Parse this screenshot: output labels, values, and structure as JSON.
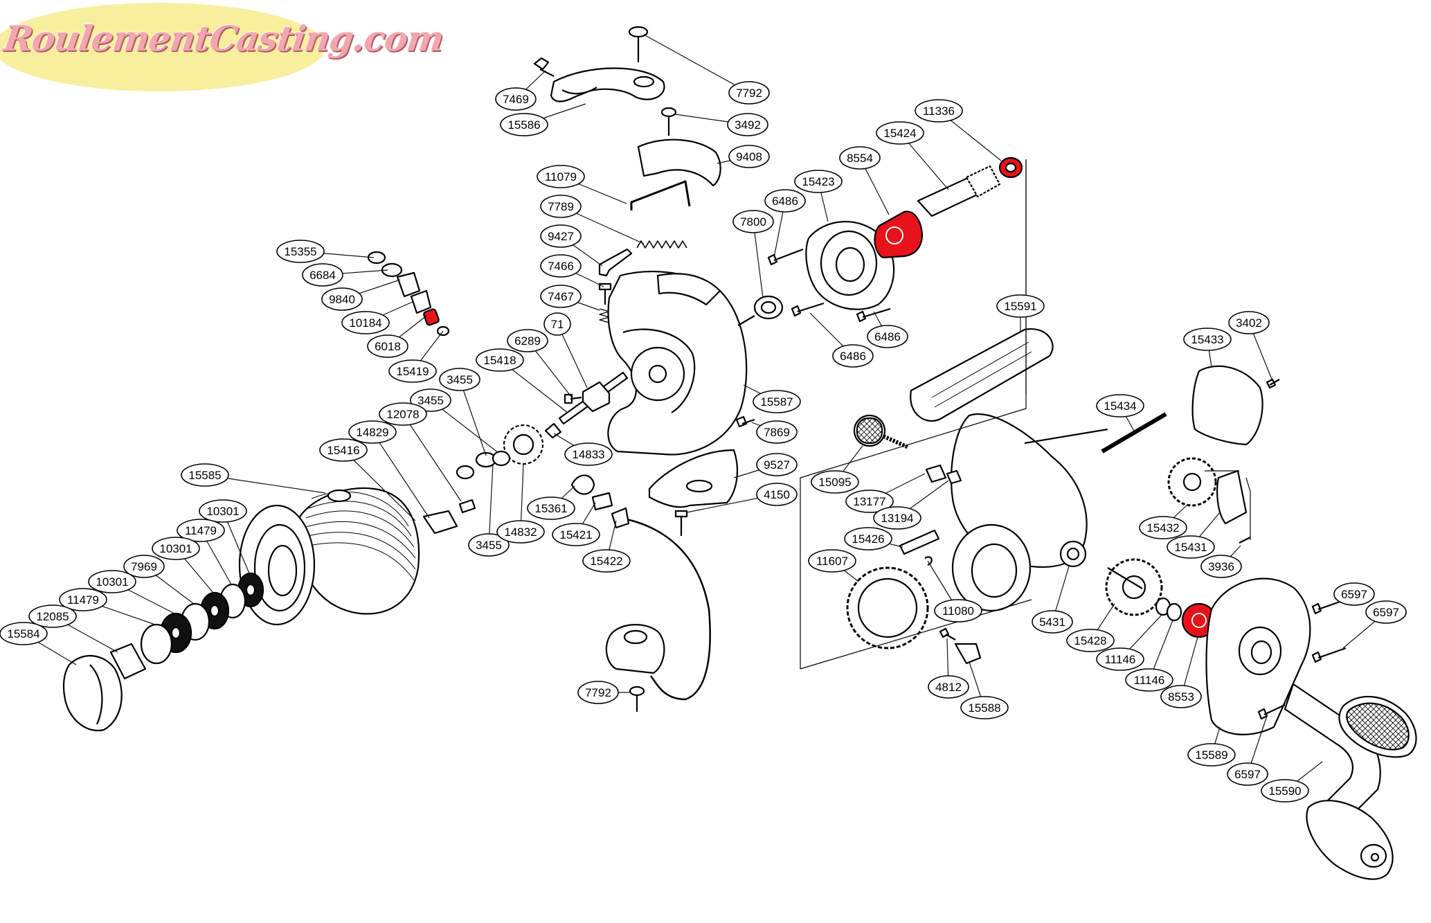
{
  "logo": {
    "text": "RoulementCasting.com",
    "ellipse_color": "#f8ef9e",
    "text_color": "#f2a7ae"
  },
  "colors": {
    "bearing": "#e8121a",
    "stroke": "#000000",
    "leader": "#111111"
  },
  "callouts": [
    {
      "id": "c1",
      "label": "7469"
    },
    {
      "id": "c2",
      "label": "15586"
    },
    {
      "id": "c3",
      "label": "7792"
    },
    {
      "id": "c4",
      "label": "3492"
    },
    {
      "id": "c5",
      "label": "9408"
    },
    {
      "id": "c6",
      "label": "11079"
    },
    {
      "id": "c7",
      "label": "7789"
    },
    {
      "id": "c8",
      "label": "9427"
    },
    {
      "id": "c9",
      "label": "7466"
    },
    {
      "id": "c10",
      "label": "7467"
    },
    {
      "id": "c11",
      "label": "71"
    },
    {
      "id": "c12",
      "label": "6289"
    },
    {
      "id": "c13",
      "label": "15418"
    },
    {
      "id": "c14",
      "label": "15355"
    },
    {
      "id": "c15",
      "label": "6684"
    },
    {
      "id": "c16",
      "label": "9840"
    },
    {
      "id": "c17",
      "label": "10184"
    },
    {
      "id": "c18",
      "label": "6018"
    },
    {
      "id": "c19",
      "label": "15419"
    },
    {
      "id": "c20",
      "label": "3455"
    },
    {
      "id": "c21",
      "label": "3455"
    },
    {
      "id": "c22",
      "label": "12078"
    },
    {
      "id": "c23",
      "label": "14829"
    },
    {
      "id": "c24",
      "label": "15416"
    },
    {
      "id": "c25",
      "label": "15585"
    },
    {
      "id": "c26",
      "label": "10301"
    },
    {
      "id": "c27",
      "label": "11479"
    },
    {
      "id": "c28",
      "label": "10301"
    },
    {
      "id": "c29",
      "label": "7969"
    },
    {
      "id": "c30",
      "label": "10301"
    },
    {
      "id": "c31",
      "label": "11479"
    },
    {
      "id": "c32",
      "label": "12085"
    },
    {
      "id": "c33",
      "label": "15584"
    },
    {
      "id": "c34",
      "label": "3455"
    },
    {
      "id": "c35",
      "label": "14832"
    },
    {
      "id": "c36",
      "label": "15361"
    },
    {
      "id": "c37",
      "label": "15421"
    },
    {
      "id": "c38",
      "label": "15422"
    },
    {
      "id": "c39",
      "label": "14833"
    },
    {
      "id": "c40",
      "label": "15587"
    },
    {
      "id": "c41",
      "label": "7869"
    },
    {
      "id": "c42",
      "label": "9527"
    },
    {
      "id": "c43",
      "label": "4150"
    },
    {
      "id": "c44",
      "label": "7792"
    },
    {
      "id": "c45",
      "label": "7800"
    },
    {
      "id": "c46",
      "label": "6486"
    },
    {
      "id": "c47",
      "label": "15423"
    },
    {
      "id": "c48",
      "label": "8554"
    },
    {
      "id": "c49",
      "label": "15424"
    },
    {
      "id": "c50",
      "label": "11336"
    },
    {
      "id": "c51",
      "label": "6486"
    },
    {
      "id": "c52",
      "label": "6486"
    },
    {
      "id": "c53",
      "label": "15591"
    },
    {
      "id": "c54",
      "label": "15433"
    },
    {
      "id": "c55",
      "label": "3402"
    },
    {
      "id": "c56",
      "label": "15434"
    },
    {
      "id": "c57",
      "label": "15095"
    },
    {
      "id": "c58",
      "label": "13177"
    },
    {
      "id": "c59",
      "label": "13194"
    },
    {
      "id": "c60",
      "label": "15426"
    },
    {
      "id": "c61",
      "label": "11607"
    },
    {
      "id": "c62",
      "label": "11080"
    },
    {
      "id": "c63",
      "label": "4812"
    },
    {
      "id": "c64",
      "label": "15588"
    },
    {
      "id": "c65",
      "label": "5431"
    },
    {
      "id": "c66",
      "label": "15428"
    },
    {
      "id": "c67",
      "label": "11146"
    },
    {
      "id": "c68",
      "label": "11146"
    },
    {
      "id": "c69",
      "label": "8553"
    },
    {
      "id": "c70",
      "label": "15432"
    },
    {
      "id": "c71",
      "label": "15431"
    },
    {
      "id": "c72",
      "label": "3936"
    },
    {
      "id": "c73",
      "label": "6597"
    },
    {
      "id": "c74",
      "label": "6597"
    },
    {
      "id": "c75",
      "label": "15589"
    },
    {
      "id": "c76",
      "label": "6597"
    },
    {
      "id": "c77",
      "label": "15590"
    }
  ]
}
